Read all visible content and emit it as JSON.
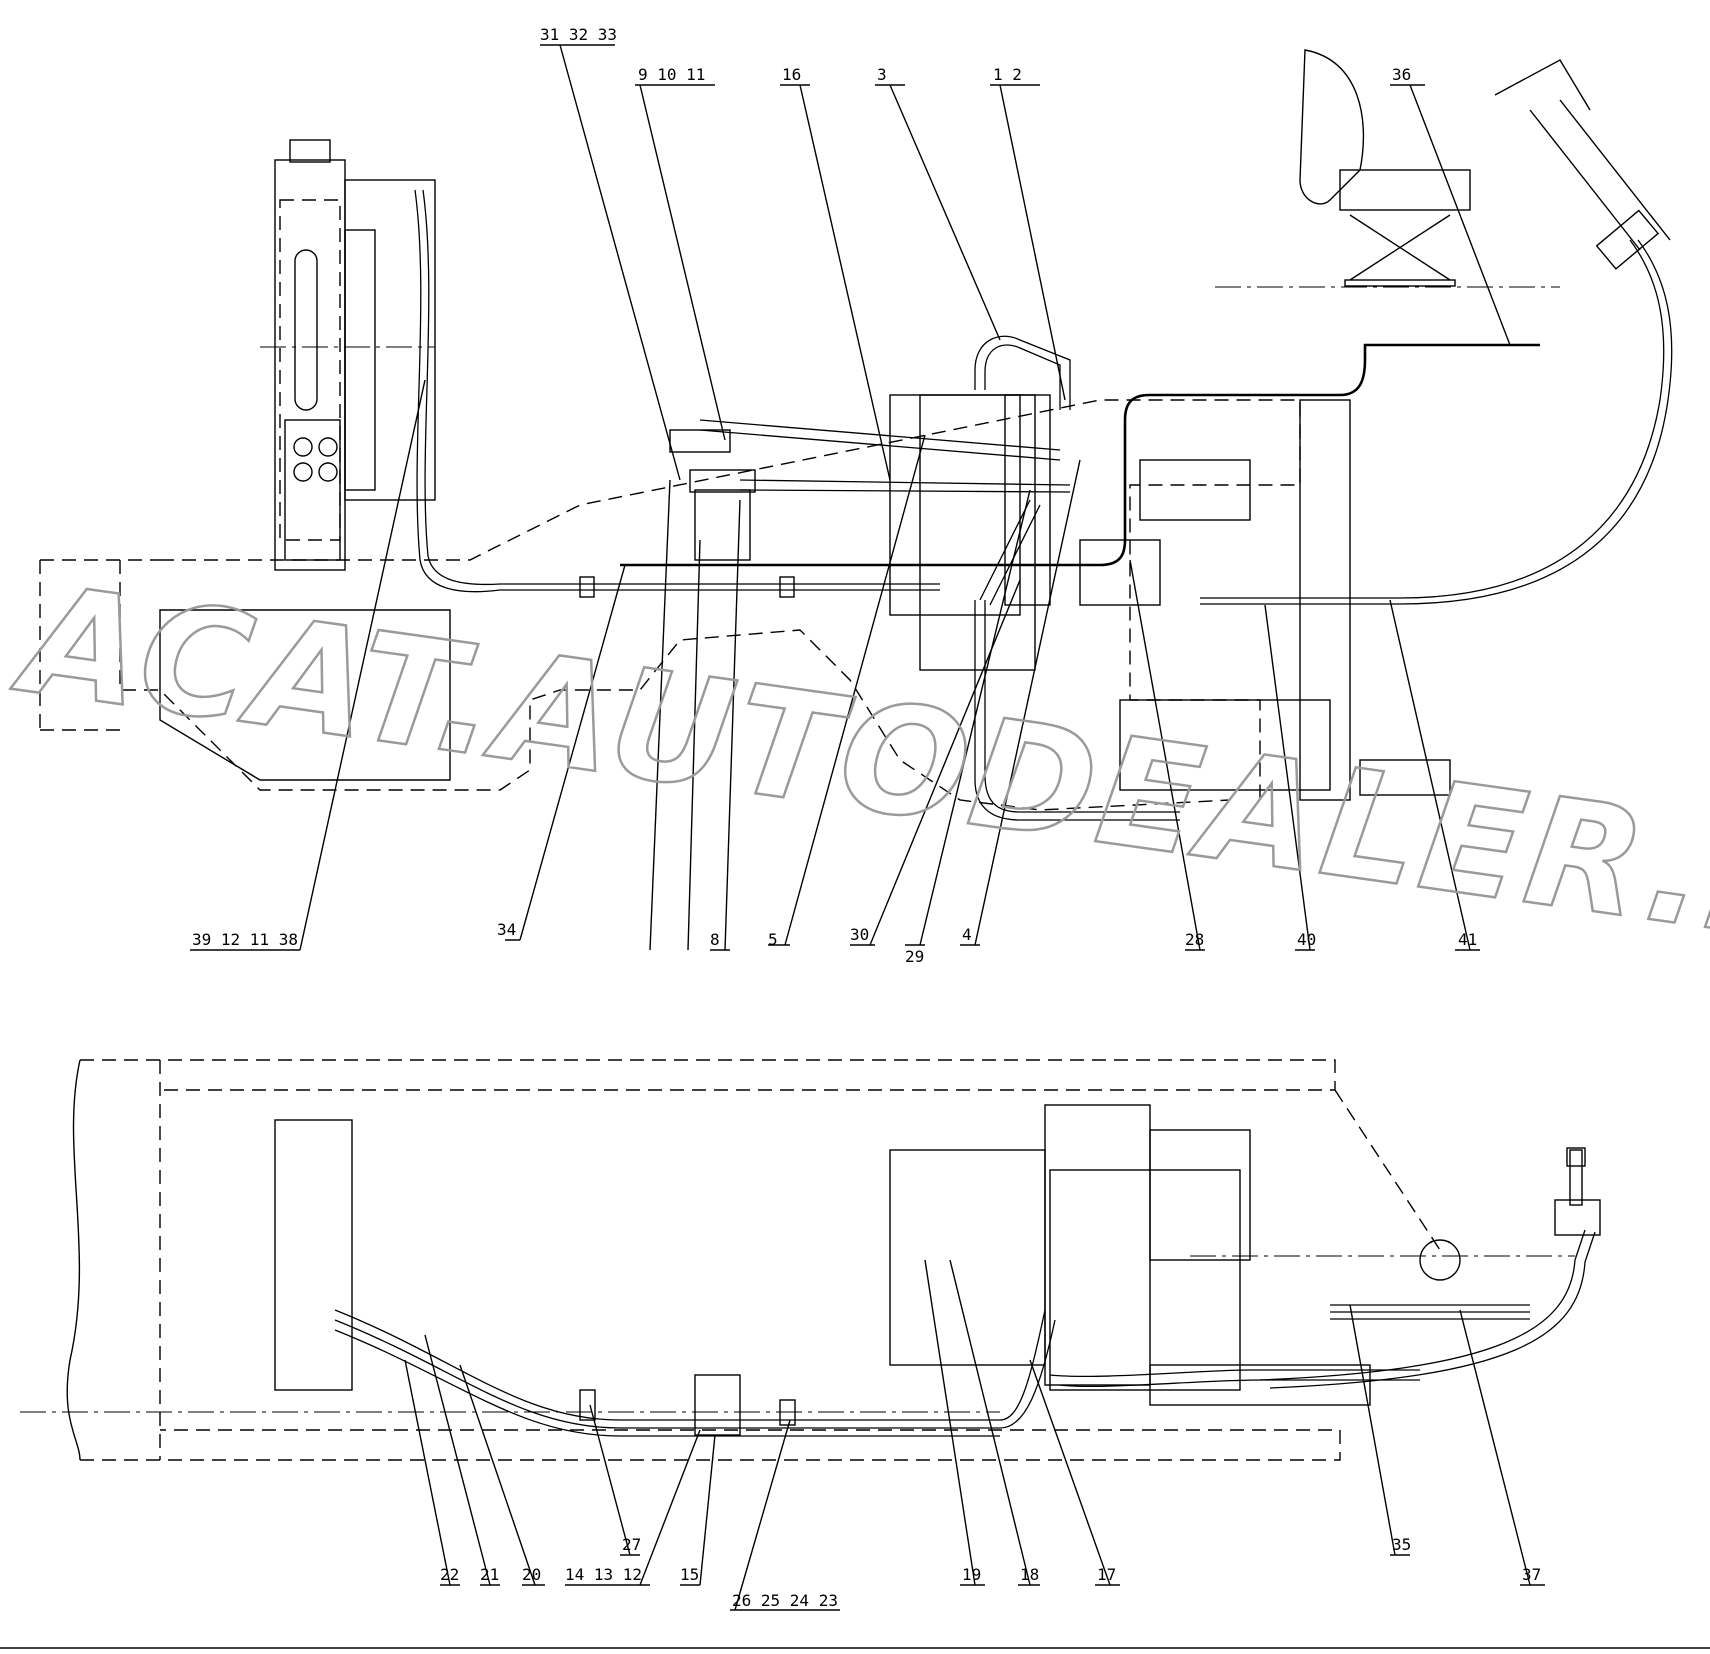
{
  "watermark": "ACAT.AUTODEALER.RU",
  "callouts_top": [
    "31 32 33",
    "9 10 11",
    "16",
    "3",
    "1 2",
    "36"
  ],
  "callouts_top_bottomrow": [
    "39 12 11 38",
    "34",
    "8",
    "5",
    "30",
    "29",
    "4",
    "28",
    "40",
    "41"
  ],
  "callouts_bottom": [
    "22",
    "21",
    "20",
    "14 13 12",
    "15",
    "27",
    "26 25 24 23",
    "19",
    "18",
    "17",
    "35",
    "37"
  ]
}
